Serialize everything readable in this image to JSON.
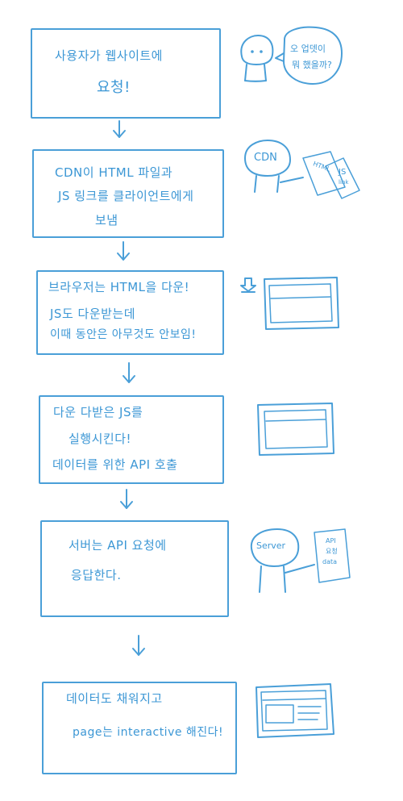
{
  "steps": [
    {
      "line1": "사용자가 웹사이트에",
      "line2": "요청!"
    },
    {
      "line1": "CDN이 HTML 파일과",
      "line2": "JS 링크를 클라이언트에게",
      "line3": "보냄"
    },
    {
      "line1": "브라우저는 HTML을 다운!",
      "line2": "JS도 다운받는데",
      "line3": "이때 동안은 아무것도 안보임!"
    },
    {
      "line1": "다운 다받은 JS를",
      "line2": "실행시킨다!",
      "line3": "데이터를 위한 API 호출"
    },
    {
      "line1": "서버는 API 요청에",
      "line2": "응답한다."
    },
    {
      "line1": "데이터도 채워지고",
      "line2": "page는 interactive 해진다!"
    }
  ],
  "side": {
    "user_thought_line1": "오 업뎃이",
    "user_thought_line2": "뭐 했을까?",
    "cdn_label": "CDN",
    "html_doc": "HTML",
    "js_doc_line1": "JS",
    "js_doc_line2": "link",
    "server_label": "Server",
    "api_doc_line1": "API",
    "api_doc_line2": "요청",
    "api_doc_line3": "data"
  },
  "colors": {
    "ink": "#4a9fd8"
  }
}
